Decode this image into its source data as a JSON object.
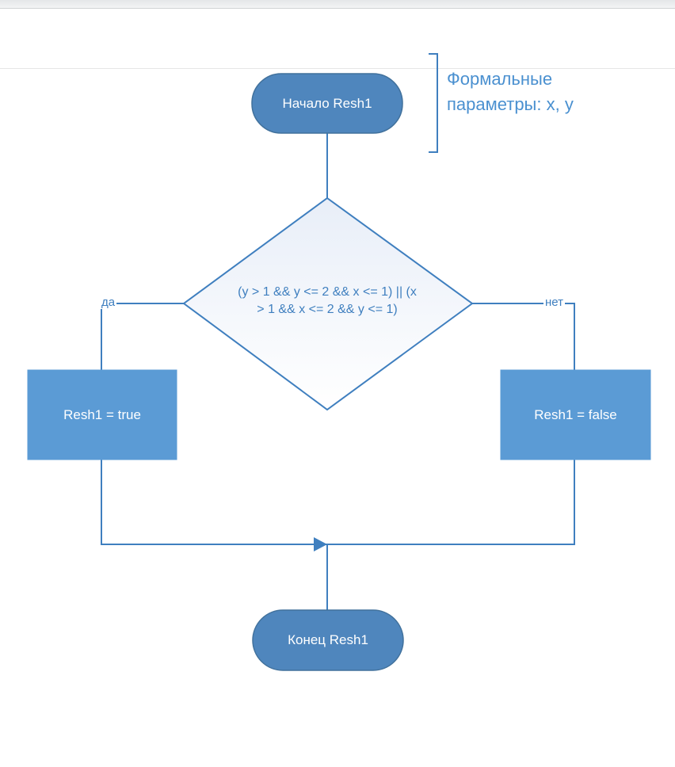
{
  "flowchart": {
    "start": {
      "label": "Начало Resh1"
    },
    "comment": {
      "text": "Формальные параметры: x, y"
    },
    "decision": {
      "line1": "(y > 1 && y <= 2 && x <= 1) || (x",
      "line2": "> 1 && x <= 2 && y <= 1)"
    },
    "yes_label": "да",
    "no_label": "нет",
    "yes_process": {
      "label": "Resh1 = true"
    },
    "no_process": {
      "label": "Resh1 = false"
    },
    "end": {
      "label": "Конец Resh1"
    }
  },
  "colors": {
    "terminator": "#4f86bd",
    "process": "#5b9bd5",
    "connector": "#3f7fbf",
    "decision_fill": "#f5f8fc"
  }
}
